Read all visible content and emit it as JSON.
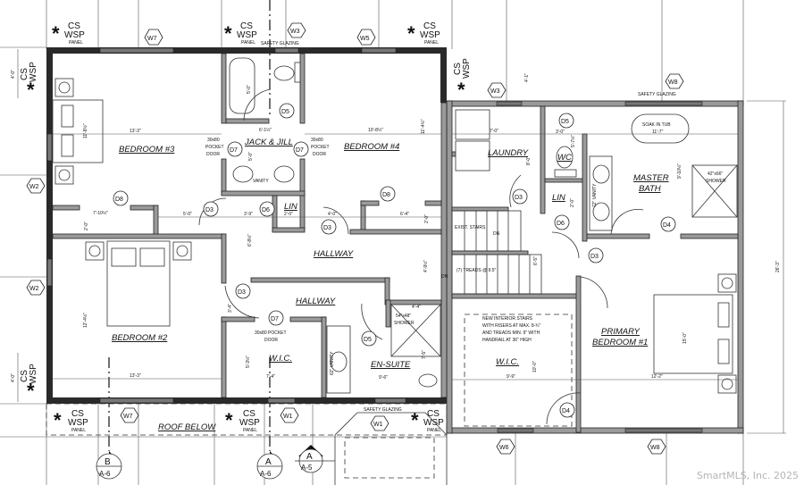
{
  "rooms": {
    "bedroom3": "BEDROOM #3",
    "bedroom4": "BEDROOM #4",
    "jack_jill": "JACK & JILL",
    "bedroom2": "BEDROOM #2",
    "hallway_upper": "HALLWAY",
    "hallway_lower": "HALLWAY",
    "wic_left": "W.I.C.",
    "en_suite": "EN-SUITE",
    "laundry": "LAUNDRY",
    "wc": "WC",
    "lin_left": "LIN",
    "lin_right": "LIN",
    "master_bath_1": "MASTER",
    "master_bath_2": "BATH",
    "primary_1": "PRIMARY",
    "primary_2": "BEDROOM #1",
    "wic_right": "W.I.C.",
    "roof_below": "ROOF BELOW"
  },
  "panels": {
    "cs": "CS",
    "wsp": "WSP",
    "panel": "PANEL",
    "star": "*"
  },
  "windows": [
    "W7",
    "W3",
    "W5",
    "W3",
    "W8",
    "W2",
    "W2",
    "W7",
    "W1",
    "W1",
    "W6",
    "W8"
  ],
  "doors": [
    "D5",
    "D7",
    "D7",
    "D8",
    "D3",
    "D6",
    "D3",
    "D8",
    "D5",
    "D3",
    "D6",
    "D4",
    "D3",
    "D3",
    "D7",
    "D5",
    "D4"
  ],
  "notes": {
    "safety_glazing": "SAFETY GLAZING",
    "pocket_1": "30x80",
    "pocket_2": "POCKET",
    "pocket_3": "DOOR",
    "pocket_lower": "30x80 POCKET",
    "vanity": "VANITY",
    "vanity_v": "62\" VANITY",
    "vanity_mb": "72\" VANITY",
    "soak_1": "SOAK IN TUB",
    "soak_2": "11'-7\"",
    "shower_mb_1": "42\"x66\"",
    "shower_mb_2": "SHOWER",
    "shower_es_1": "54\"x48\"",
    "shower_es_2": "SHOWER",
    "exist_stairs": "EXIST. STAIRS",
    "dn": "DN",
    "treads": "(7) TREADS @ 9.5\"",
    "stair_note_1": "NEW INTERIOR STAIRS",
    "stair_note_2": "WITH RISERS AT MAX. 8-¾\"",
    "stair_note_3": "AND TREADS MIN. 9\" WITH",
    "stair_note_4": "HANDRAIL AT 36\" HIGH"
  },
  "dimensions": {
    "b3_width": "13'-3\"",
    "b3_depth": "11'-8½\"",
    "tub": "5'-0\"",
    "jj_width": "6'-1½\"",
    "jj_depth": "5'-0\"",
    "b4_width": "10'-8½\"",
    "b4_depth": "11'-4½\"",
    "closet_b3": "7'-10½\"",
    "closet_depth": "2'-0\"",
    "hall_5": "5'-0\"",
    "hall_3": "3'-9\"",
    "hall_6": "6'-8½\"",
    "lin_w": "2'-0\"",
    "hall_4": "4'-0\"",
    "closet_b4": "6'-4\"",
    "closet_b4d": "2'-0\"",
    "hall_4b": "4'-9½\"",
    "b2_depth": "12'-4½\"",
    "b2_width": "13'-3\"",
    "d3_side": "3'-4\"",
    "wic_l_d": "5'-3½\"",
    "wic_l_w": "7'-4\"",
    "es_shower_w": "4'-4\"",
    "es_shower_d": "7'-5\"",
    "es_w": "9'-6\"",
    "laundry_w": "7'-0\"",
    "laundry_d": "8'-0\"",
    "wc_w": "3'-0\"",
    "wc_d": "5'-7½\"",
    "lin_r": "2'-0\"",
    "mb_d": "9'-10½\"",
    "stair_6": "6'-5\"",
    "wic_r_d": "10'-0\"",
    "wic_r_w": "9'-9\"",
    "pb_d": "15'-0\"",
    "pb_w": "12'-2\"",
    "overall_r": "26'-3\"",
    "top_4_1": "4'-1\"",
    "left_4_0": "4'-0\"",
    "left_4_0b": "4'-0\""
  },
  "section_markers": [
    {
      "letter": "B",
      "sheet": "A-6"
    },
    {
      "letter": "A",
      "sheet": "A-6"
    },
    {
      "letter": "A",
      "sheet": "A-5"
    }
  ],
  "watermark": "SmartMLS, Inc.  2025"
}
